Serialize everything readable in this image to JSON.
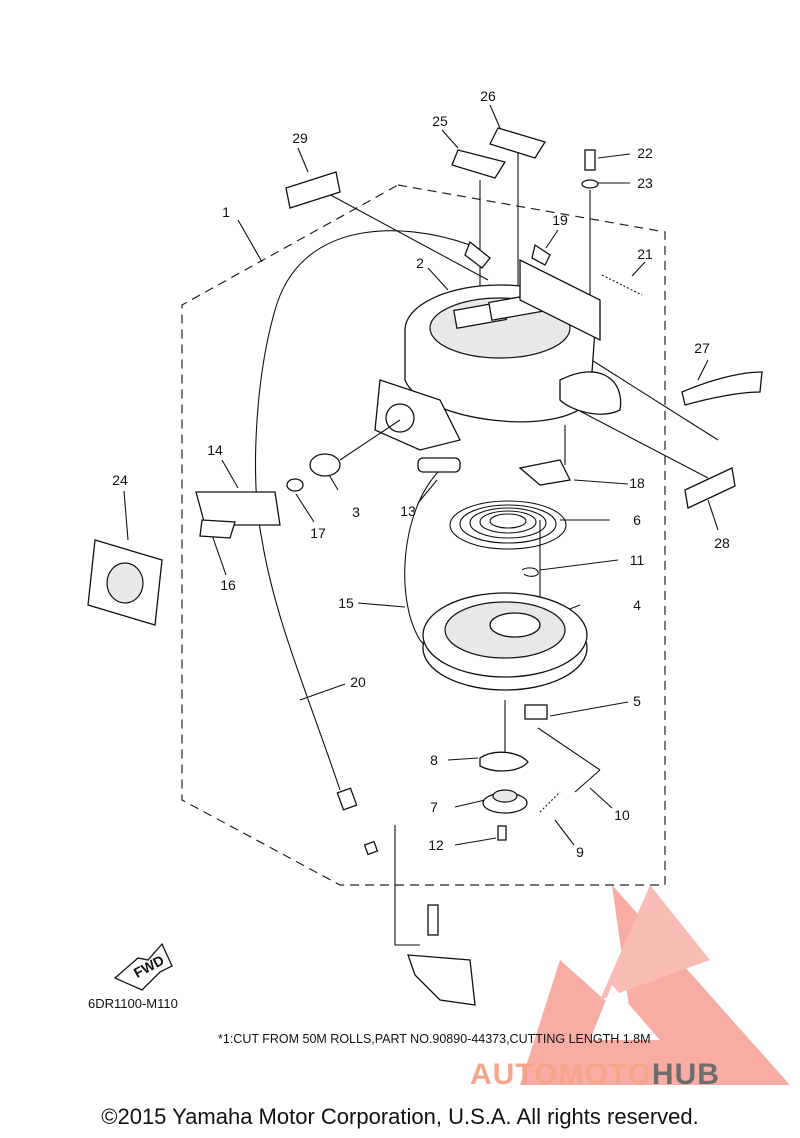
{
  "callouts": [
    "1",
    "2",
    "3",
    "4",
    "5",
    "6",
    "7",
    "8",
    "9",
    "10",
    "11",
    "12",
    "13",
    "14",
    "15",
    "16",
    "17",
    "18",
    "19",
    "20",
    "21",
    "22",
    "23",
    "24",
    "25",
    "26",
    "27",
    "28",
    "29"
  ],
  "fwd_label": "FWD",
  "diagram_code": "6DR1100-M110",
  "note": "*1:CUT FROM 50M ROLLS,PART NO.90890-44373,CUTTING LENGTH 1.8M",
  "copyright": "©2015 Yamaha Motor Corporation, U.S.A. All rights reserved.",
  "watermark": {
    "part1": "AUTOMOTO",
    "part2": "HUB",
    "color_primary": "#f7a58a",
    "color_secondary": "#6d6d6d"
  }
}
